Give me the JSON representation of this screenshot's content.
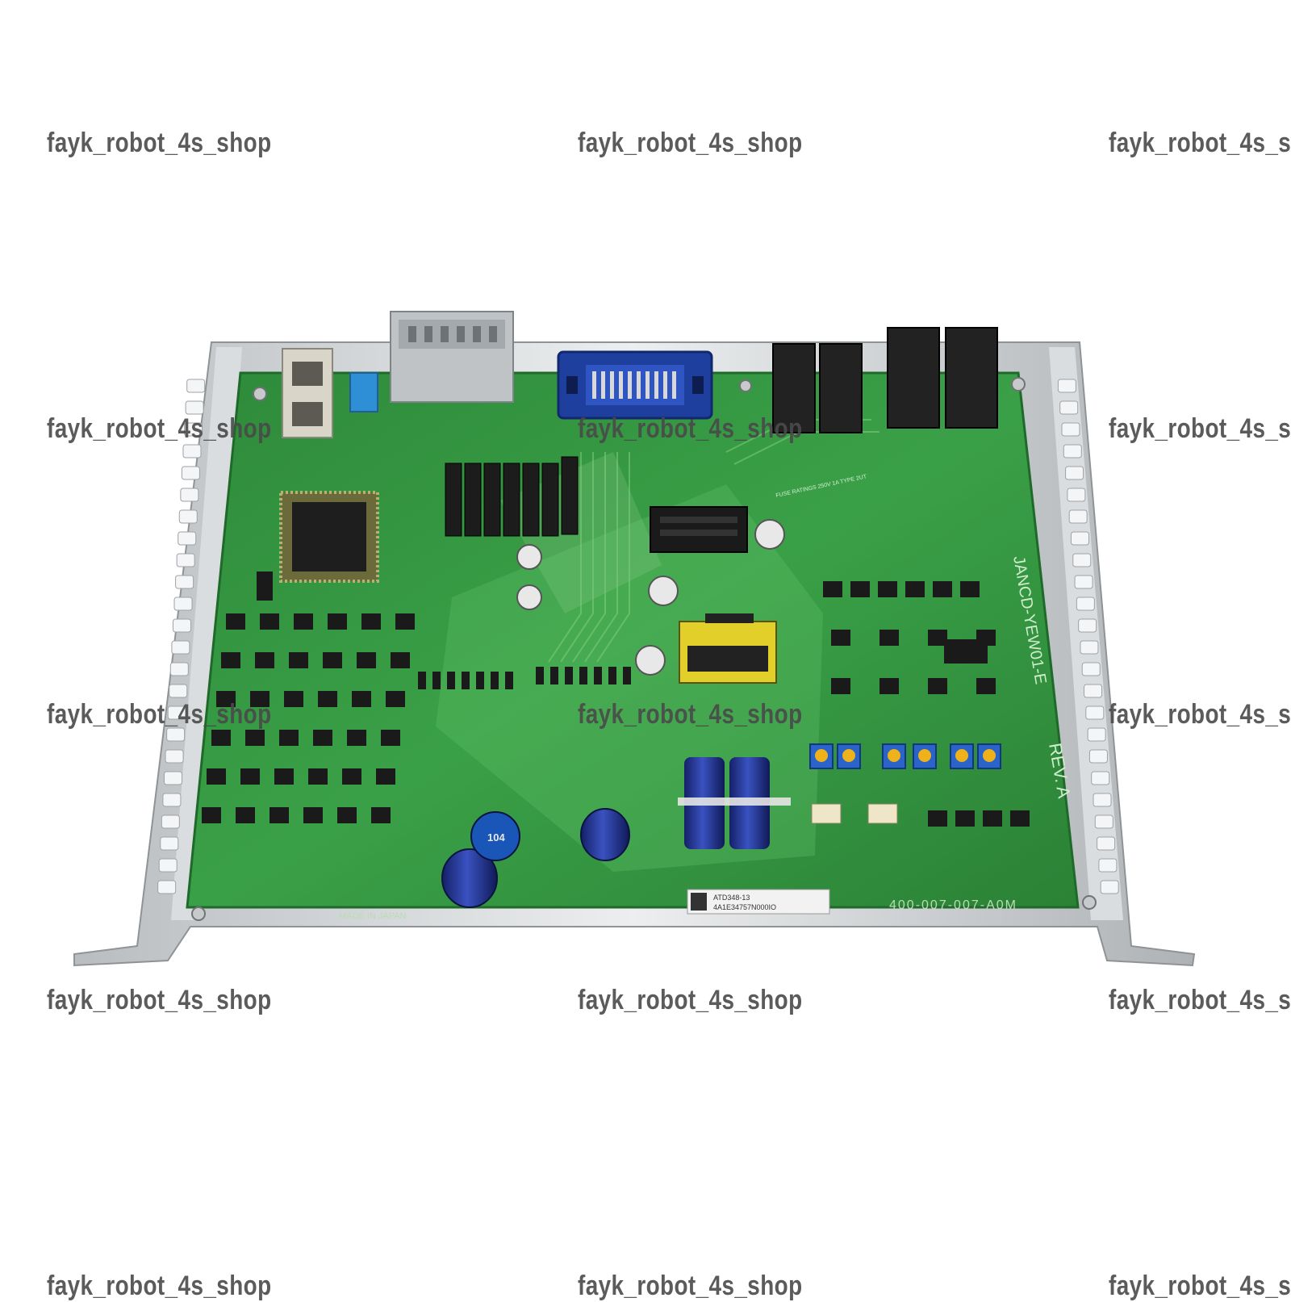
{
  "watermark": {
    "text": "fayk_robot_4s_shop"
  },
  "board": {
    "model_label": "JANCD-YEW01-E",
    "revision_label": "REV. A",
    "part_number": "400-007-007-A0M",
    "made_in": "MADE IN JAPAN",
    "sticker_line1": "ATD348-13",
    "sticker_line2": "4A1E34757N000IO",
    "fuse_note": "FUSE RATINGS 250V 1A TYPE 2UT",
    "cap_label": "104",
    "colors": {
      "pcb": "#2f8f3c",
      "pcb_light": "#4fb35a",
      "metal": "#cfd2d4",
      "connector_blue": "#1f3f9e",
      "capacitor_blue": "#1d2f86",
      "relay_black": "#222222",
      "trimmer_blue": "#2a63c9"
    }
  }
}
